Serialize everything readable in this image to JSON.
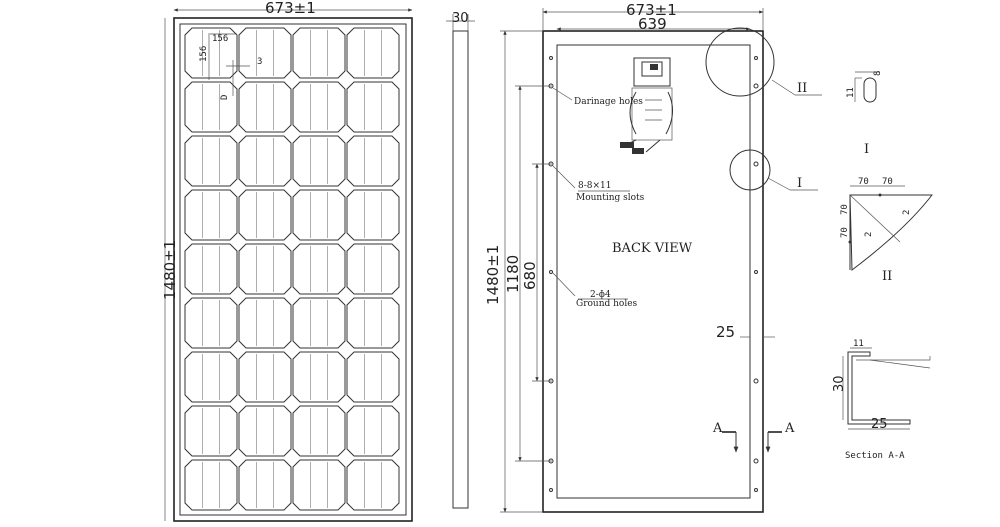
{
  "front": {
    "width_dim": "673±1",
    "height_dim": "1480±1",
    "cell_w": "156",
    "cell_h": "156",
    "gap": "3",
    "spacing_label": "D"
  },
  "side": {
    "thickness_dim": "30"
  },
  "back": {
    "width_dim": "673±1",
    "inner_dim": "639",
    "height_dim": "1480±1",
    "mount_span": "1180",
    "ground_span": "680",
    "edge_dim": "25",
    "title": "BACK  VIEW",
    "drainage": "Darinage holes",
    "mount_spec": "8-8×11",
    "mount_label": "Mounting slots",
    "ground_spec": "2-ɸ4",
    "ground_label": "Ground holes",
    "detail_I": "I",
    "detail_II": "II",
    "section_marker": "A"
  },
  "details": {
    "slot_w": "8",
    "slot_h": "11",
    "label_I": "I",
    "corner_a": "70",
    "corner_b": "70",
    "corner_c": "70",
    "corner_d": "70",
    "corner_e": "2",
    "corner_f": "2",
    "label_II": "II",
    "sec_top": "11",
    "sec_height": "30",
    "sec_width": "25",
    "section_title": "Section A-A"
  }
}
